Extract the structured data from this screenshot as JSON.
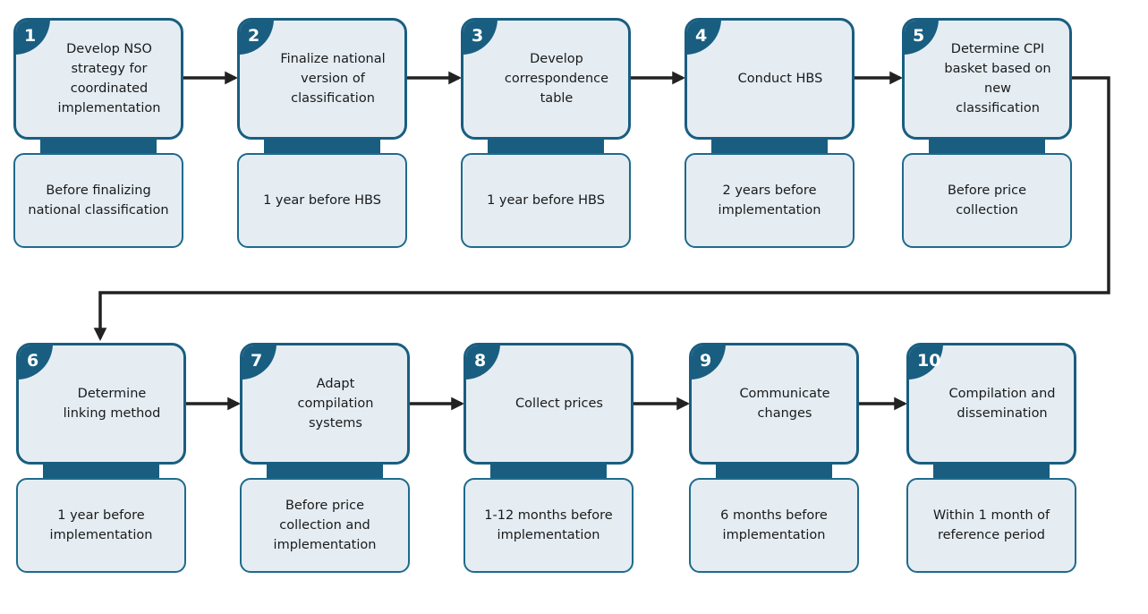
{
  "colors": {
    "accent": "#195e80",
    "box_fill": "#e5edf3",
    "arrow": "#222222"
  },
  "steps": [
    {
      "number": "1",
      "title": [
        "Develop NSO",
        "strategy for",
        "coordinated",
        "implementation"
      ],
      "timing": [
        "Before finalizing",
        "national classification"
      ]
    },
    {
      "number": "2",
      "title": [
        "Finalize national",
        "version of",
        "classification"
      ],
      "timing": [
        "1 year before HBS"
      ]
    },
    {
      "number": "3",
      "title": [
        "Develop",
        "correspondence",
        "table"
      ],
      "timing": [
        "1 year before HBS"
      ]
    },
    {
      "number": "4",
      "title": [
        "Conduct HBS"
      ],
      "timing": [
        "2 years before",
        "implementation"
      ]
    },
    {
      "number": "5",
      "title": [
        "Determine CPI",
        "basket based on new",
        "classification"
      ],
      "timing": [
        "Before price",
        "collection"
      ]
    },
    {
      "number": "6",
      "title": [
        "Determine",
        "linking method"
      ],
      "timing": [
        "1 year before",
        "implementation"
      ]
    },
    {
      "number": "7",
      "title": [
        "Adapt",
        "compilation",
        "systems"
      ],
      "timing": [
        "Before price",
        "collection and",
        "implementation"
      ]
    },
    {
      "number": "8",
      "title": [
        "Collect prices"
      ],
      "timing": [
        "1-12 months before",
        "implementation"
      ]
    },
    {
      "number": "9",
      "title": [
        "Communicate",
        "changes"
      ],
      "timing": [
        "6 months before",
        "implementation"
      ]
    },
    {
      "number": "10",
      "title": [
        "Compilation and",
        "dissemination"
      ],
      "timing": [
        "Within 1 month of",
        "reference period"
      ]
    }
  ]
}
